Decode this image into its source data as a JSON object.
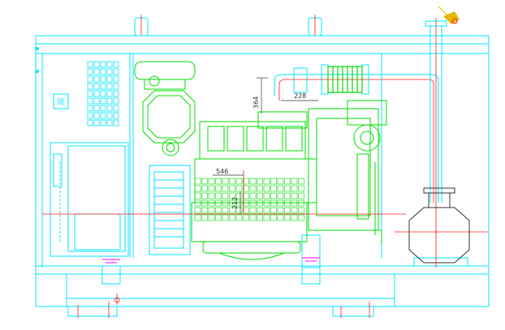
{
  "colors": {
    "background": "#ffffff",
    "enclosure": "#00e5ff",
    "engine": "#00dd00",
    "dimension": "#333333",
    "centerline": "#ff1a1a",
    "accent": "#ff00ff",
    "tag": "#e6b800"
  },
  "dimensions": {
    "d_228": "228",
    "d_364": "364",
    "d_546": "546",
    "d_212": "212"
  }
}
